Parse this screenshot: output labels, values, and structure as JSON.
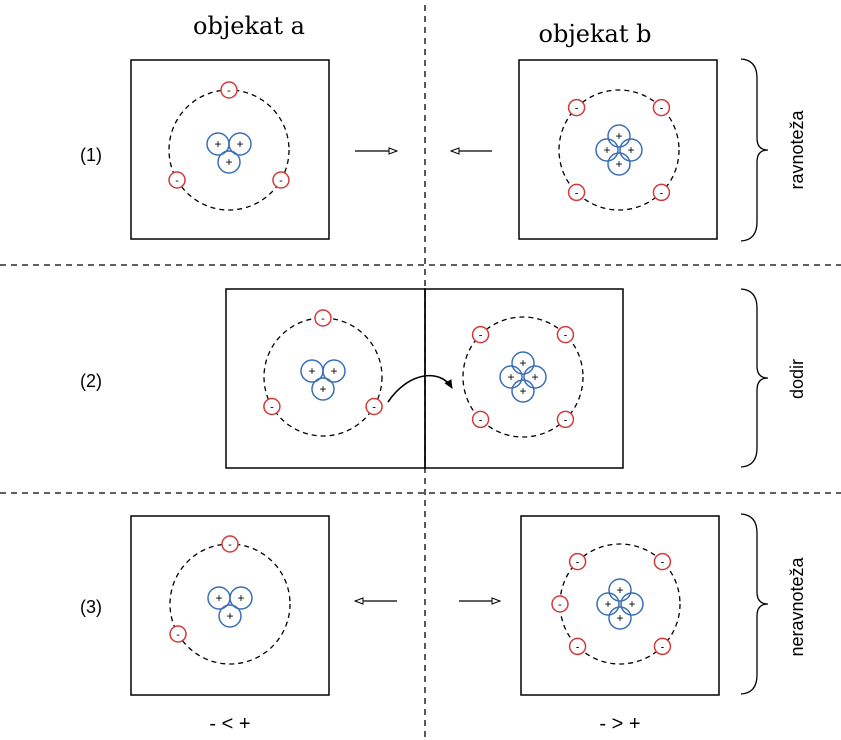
{
  "columns": {
    "a": "objekat a",
    "b": "objekat b"
  },
  "rows": [
    {
      "number": "(1)",
      "state": "ravnoteža"
    },
    {
      "number": "(2)",
      "state": "dodir"
    },
    {
      "number": "(3)",
      "state": "neravnoteža"
    }
  ],
  "footer": {
    "a": "- < +",
    "b": "- > +"
  },
  "symbols": {
    "plus": "+",
    "minus": "-"
  },
  "colors": {
    "proton": "#3a6fb5",
    "electron": "#d23a3a",
    "line": "#000000"
  }
}
